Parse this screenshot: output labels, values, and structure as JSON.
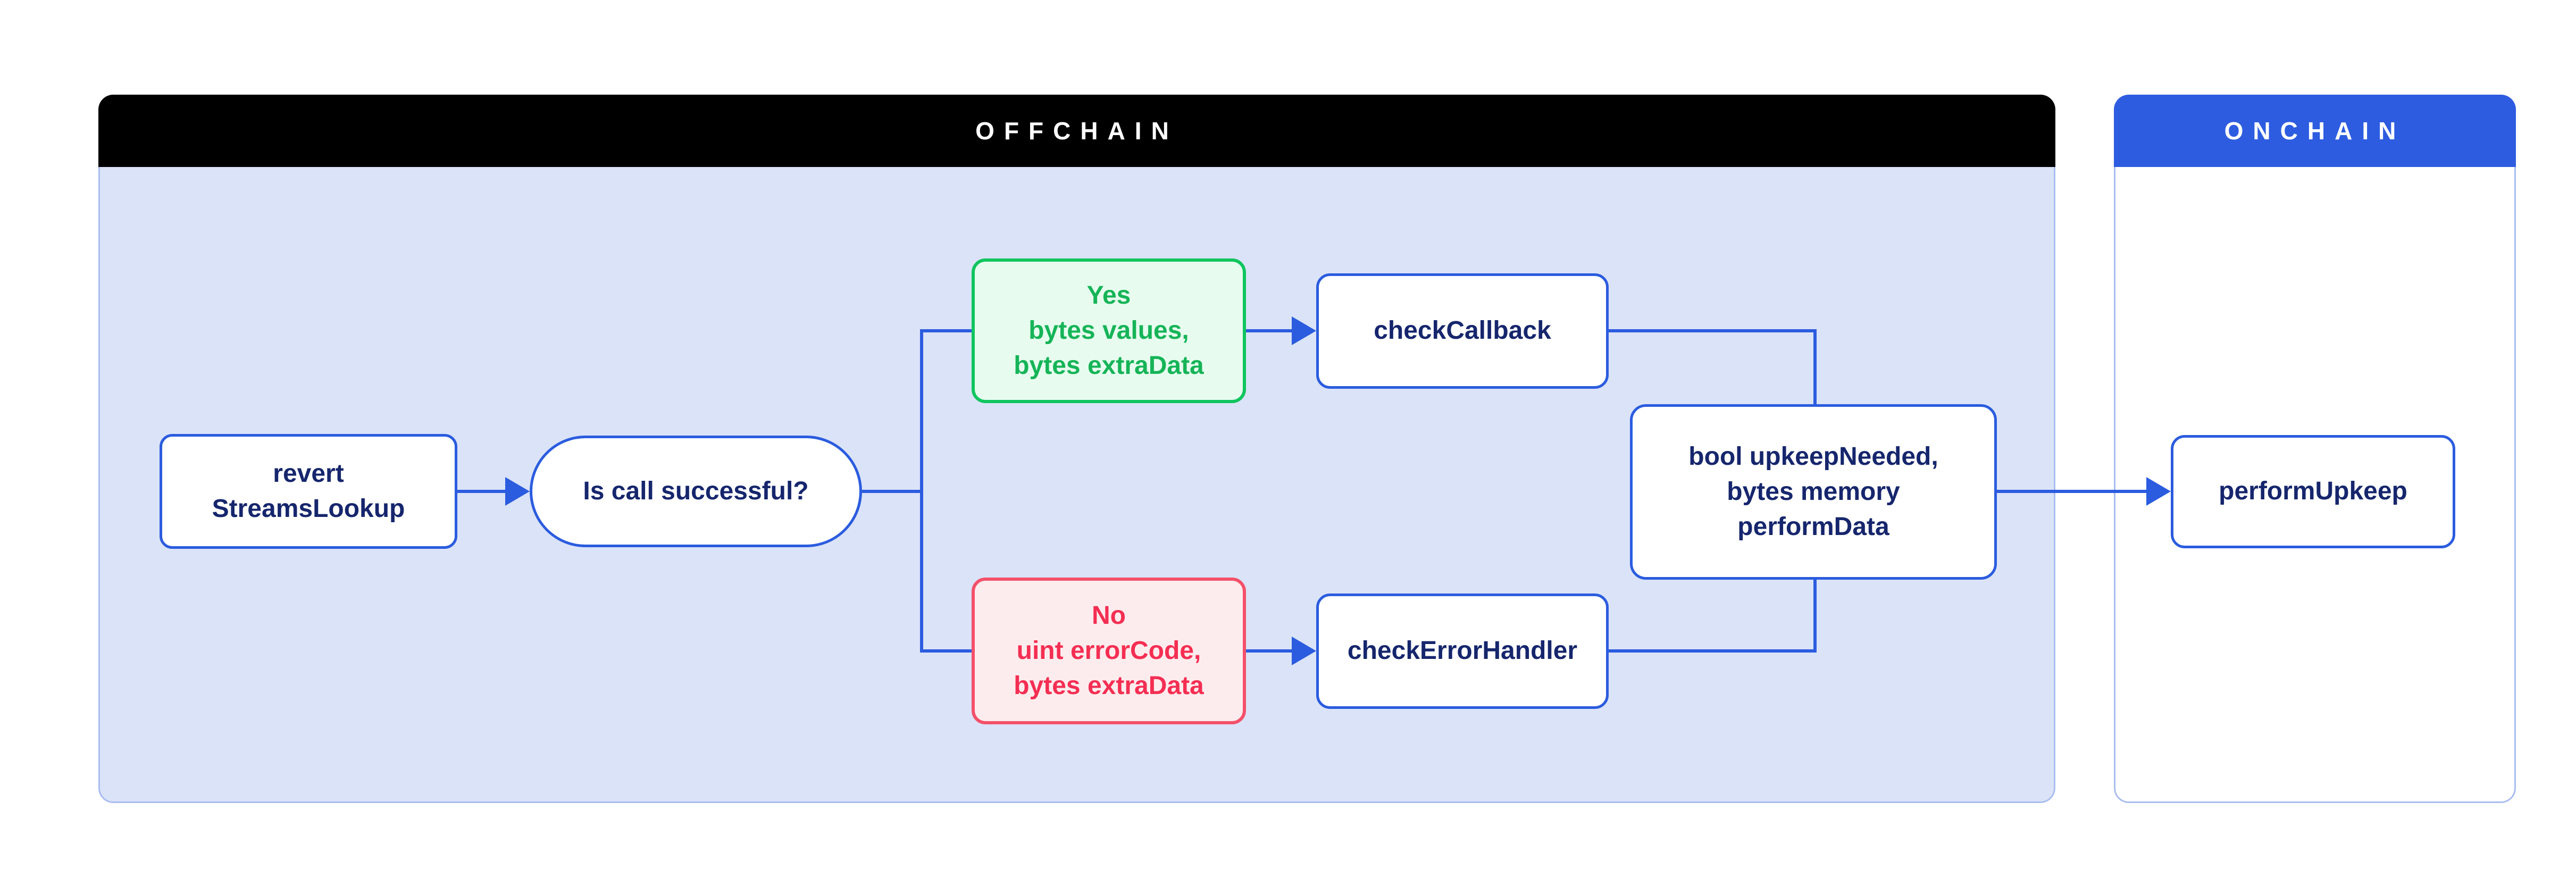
{
  "colors": {
    "accent-blue": "#2b5cdf",
    "navy-text": "#16266d",
    "offchain-header-bg": "#000000",
    "onchain-header-bg": "#2d5ce0",
    "offchain-body-bg": "#dbe3f8",
    "panel-border": "#a9bdf0",
    "green-border": "#0fc55e",
    "green-bg": "#e7fcef",
    "green-text": "#15b457",
    "red-border": "#f4506a",
    "red-bg": "#fdecee",
    "red-text": "#f42e52"
  },
  "panels": {
    "offchain": {
      "title": "OFFCHAIN"
    },
    "onchain": {
      "title": "ONCHAIN"
    }
  },
  "nodes": {
    "revert_streams_lookup": {
      "label": "revert\nStreamsLookup"
    },
    "is_call_successful": {
      "label": "Is call successful?"
    },
    "yes_branch": {
      "label": "Yes\nbytes values,\nbytes extraData"
    },
    "check_callback": {
      "label": "checkCallback"
    },
    "no_branch": {
      "label": "No\nuint errorCode,\nbytes extraData"
    },
    "check_error_handler": {
      "label": "checkErrorHandler"
    },
    "upkeep_result": {
      "label": "bool upkeepNeeded,\nbytes memory\nperformData"
    },
    "perform_upkeep": {
      "label": "performUpkeep"
    }
  },
  "edges": [
    {
      "from": "revert_streams_lookup",
      "to": "is_call_successful",
      "arrow": true
    },
    {
      "from": "is_call_successful",
      "to": "yes_branch",
      "arrow": false
    },
    {
      "from": "is_call_successful",
      "to": "no_branch",
      "arrow": false
    },
    {
      "from": "yes_branch",
      "to": "check_callback",
      "arrow": true
    },
    {
      "from": "no_branch",
      "to": "check_error_handler",
      "arrow": true
    },
    {
      "from": "check_callback",
      "to": "upkeep_result",
      "arrow": false
    },
    {
      "from": "check_error_handler",
      "to": "upkeep_result",
      "arrow": false
    },
    {
      "from": "upkeep_result",
      "to": "perform_upkeep",
      "arrow": true
    }
  ]
}
